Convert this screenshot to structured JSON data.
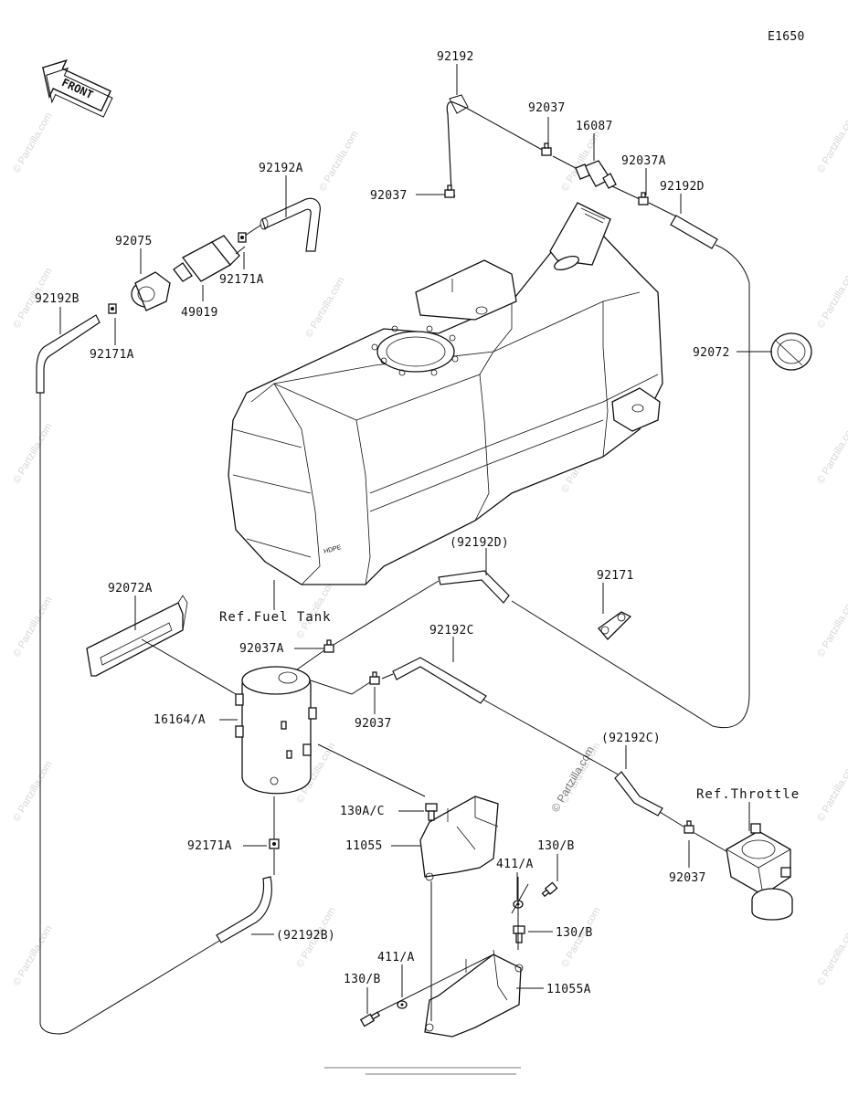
{
  "diagram_code": "E1650",
  "front_arrow_label": "FRONT",
  "watermark": "© Partzilla.com",
  "labels": {
    "l92192_top": "92192",
    "l92037_a": "92037",
    "l16087": "16087",
    "l92037A_top": "92037A",
    "l92192D": "92192D",
    "l92037_b": "92037",
    "l92192A": "92192A",
    "l92075": "92075",
    "l92171A_top": "92171A",
    "l49019": "49019",
    "l92192B": "92192B",
    "l92171A_left": "92171A",
    "l92072": "92072",
    "ref_fuel_tank": "Ref.Fuel Tank",
    "l92192D_paren": "(92192D)",
    "l92171": "92171",
    "l92072A": "92072A",
    "l92037A_mid": "92037A",
    "l92192C": "92192C",
    "l16164A": "16164/A",
    "l92037_mid": "92037",
    "l92192C_paren": "(92192C)",
    "ref_throttle": "Ref.Throttle",
    "l130AC": "130A/C",
    "l11055": "11055",
    "l411A_top": "411/A",
    "l130B_top": "130/B",
    "l92171A_low": "92171A",
    "l92037_right": "92037",
    "l130B_mid": "130/B",
    "l92192B_paren": "(92192B)",
    "l411A_low": "411/A",
    "l130B_low": "130/B",
    "l11055A": "11055A"
  }
}
